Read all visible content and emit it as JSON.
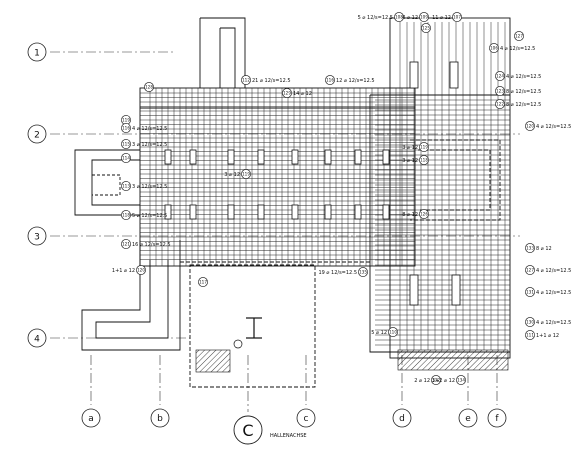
{
  "drawing": {
    "hall_axis_symbol": "C",
    "hall_axis_caption": "HALLENACHSE",
    "axes_horizontal": [
      "1",
      "2",
      "3",
      "4"
    ],
    "axes_vertical": [
      "a",
      "b",
      "c",
      "d",
      "e",
      "f"
    ],
    "rebar_annotations": [
      {
        "id": "108",
        "text": "5 ⌀ 12/s=12.5"
      },
      {
        "id": "109",
        "text": "4 ⌀ 12"
      },
      {
        "id": "125",
        "text": ""
      },
      {
        "id": "107",
        "text": "11 ⌀ 12"
      },
      {
        "id": "106",
        "text": "4 ⌀ 12/s=12.5"
      },
      {
        "id": "127",
        "text": ""
      },
      {
        "id": "124",
        "text": "4 ⌀ 12/s=12.5"
      },
      {
        "id": "123",
        "text": "8 ⌀ 12/s=12.5"
      },
      {
        "id": "122",
        "text": "8 ⌀ 12/s=12.5"
      },
      {
        "id": "120",
        "text": "4 ⌀ 12/s=12.5"
      },
      {
        "id": "112",
        "text": "21 ⌀ 12/s=12.5"
      },
      {
        "id": "116",
        "text": "12 ⌀ 12/s=12.5"
      },
      {
        "id": "128",
        "text": ""
      },
      {
        "id": "129",
        "text": "14 ⌀ 12"
      },
      {
        "id": "119",
        "text": ""
      },
      {
        "id": "116",
        "text": "4 ⌀ 12/s=12.5"
      },
      {
        "id": "115",
        "text": "3 ⌀ 12/s=12.5"
      },
      {
        "id": "114",
        "text": ""
      },
      {
        "id": "113",
        "text": "3 ⌀ 12/s=12.5"
      },
      {
        "id": "118",
        "text": "5 ⌀ 12/s=12.5"
      },
      {
        "id": "121",
        "text": "16 ⌀ 12/s=12.5"
      },
      {
        "id": "120",
        "text": "1+1 ⌀ 12"
      },
      {
        "id": "119",
        "text": "3 ⌀ 12"
      },
      {
        "id": "118",
        "text": "3 ⌀ 12"
      },
      {
        "id": "126",
        "text": "8 ⌀ 12"
      },
      {
        "id": "133",
        "text": "8 ⌀ 12"
      },
      {
        "id": "127",
        "text": "4 ⌀ 12/s=12.5"
      },
      {
        "id": "131",
        "text": "4 ⌀ 12/s=12.5"
      },
      {
        "id": "130",
        "text": "4 ⌀ 12/s=12.5"
      },
      {
        "id": "111",
        "text": "1+1 ⌀ 12"
      },
      {
        "id": "110",
        "text": "5 ⌀ 12"
      },
      {
        "id": "132",
        "text": "2 ⌀ 12"
      },
      {
        "id": "134",
        "text": "3+2 ⌀ 12"
      },
      {
        "id": "135",
        "text": "19 ⌀ 12/s=12.5"
      },
      {
        "id": "117",
        "text": ""
      },
      {
        "id": "119",
        "text": "3 ⌀ 12"
      }
    ]
  }
}
